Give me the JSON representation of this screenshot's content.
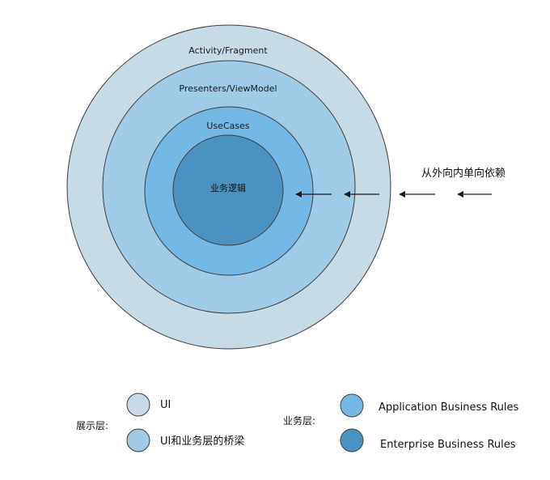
{
  "colors": {
    "outer_ring": "#c7dbe7",
    "bridge_ring": "#9fcbe7",
    "usecases_ring": "#74b8e6",
    "core": "#4a92c1",
    "stroke": "#3d3d3d",
    "arrow": "#1a1a1a"
  },
  "rings": {
    "activity": "Activity/Fragment",
    "presenters": "Presenters/ViewModel",
    "usecases": "UseCases",
    "core": "业务逻辑"
  },
  "dependency_note": "从外向内单向依赖",
  "legend": {
    "presentation_group": "展示层:",
    "business_group": "业务层:",
    "items": [
      {
        "label": "UI",
        "color": "#c7dbe7",
        "icon": "circle-swatch"
      },
      {
        "label": "UI和业务层的桥梁",
        "color": "#9fcbe7",
        "icon": "circle-swatch"
      },
      {
        "label": "Application Business Rules",
        "color": "#74b8e6",
        "icon": "circle-swatch"
      },
      {
        "label": "Enterprise Business Rules",
        "color": "#4a92c1",
        "icon": "circle-swatch"
      }
    ]
  }
}
